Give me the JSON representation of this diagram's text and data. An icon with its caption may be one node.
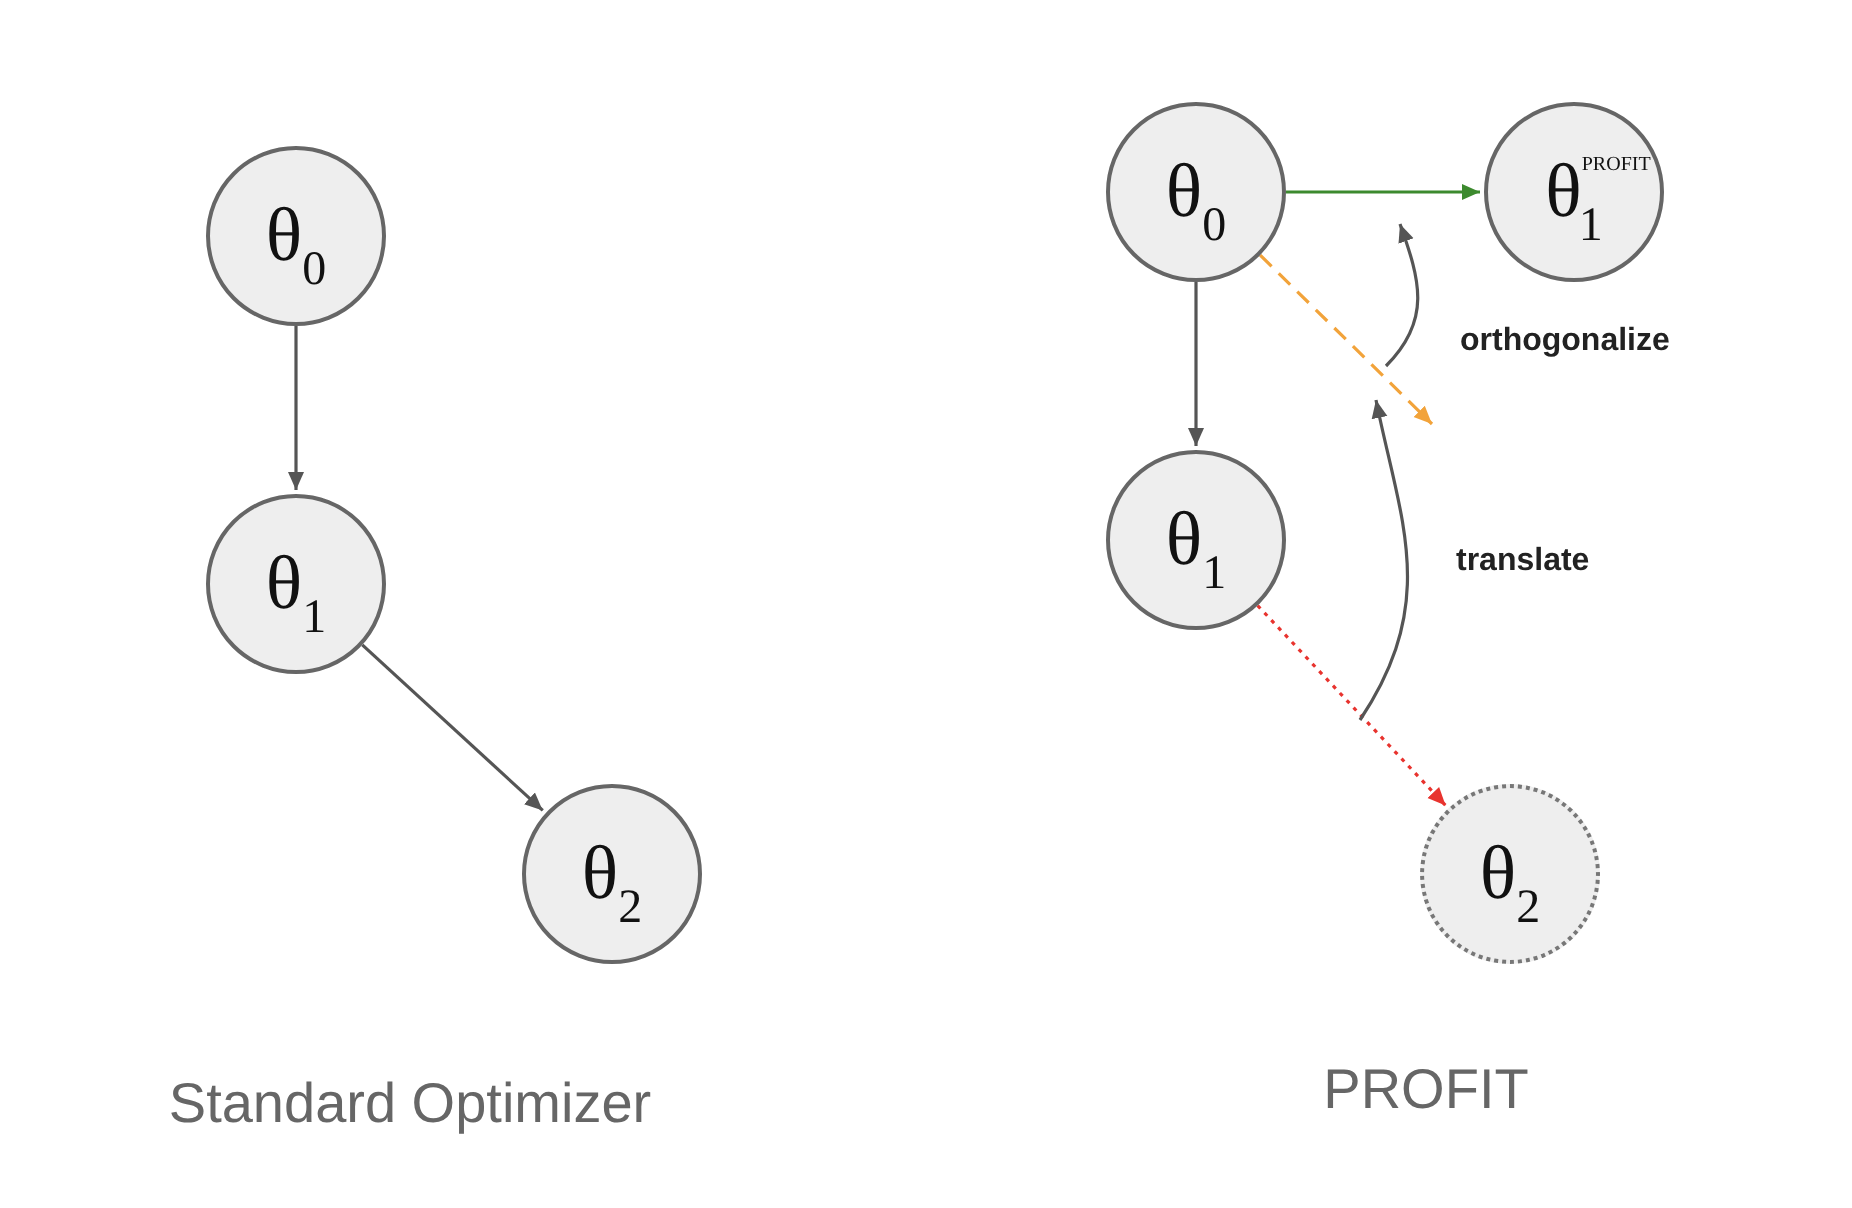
{
  "diagram": {
    "nodes": [
      {
        "text": [
          "θ$_{0}$"
        ]
      },
      {
        "text": [
          "θ$_{1}$"
        ]
      },
      {
        "text": [
          "θ$_{2}$"
        ]
      },
      {
        "text": [
          "θ$_{0}$"
        ]
      },
      {
        "text": [
          "θ$^{PROFIT}$$_{1}$"
        ]
      },
      {
        "text": [
          "θ$_{1}$"
        ]
      },
      {
        "text": [
          "θ$_{2}$"
        ]
      }
    ],
    "edges": [
      {
        "from": 0,
        "to": 1,
        "arrow": "to"
      },
      {
        "from": 1,
        "to": 2,
        "arrow": "to"
      },
      {
        "from": 3,
        "to": 4,
        "arrow": "to",
        "color": "#3c8a2e"
      },
      {
        "from": 3,
        "to": null,
        "arrow": "to",
        "style": "dashed",
        "color": "#f2a33a"
      },
      {
        "from": 3,
        "to": 5,
        "arrow": "to"
      },
      {
        "from": 5,
        "to": 6,
        "arrow": "to",
        "style": "dashed",
        "color": "#e8332e"
      }
    ],
    "labels": [
      "orthogonalize",
      "translate",
      "Standard Optimizer",
      "PROFIT"
    ]
  }
}
